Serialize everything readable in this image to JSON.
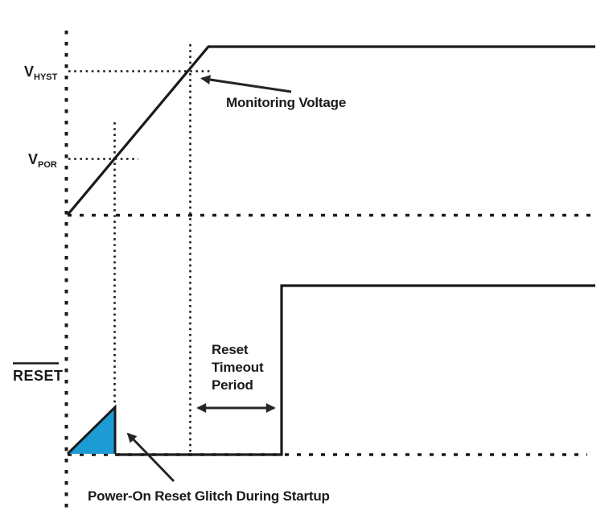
{
  "figure": {
    "background": "#ffffff",
    "line_color": "#1a1a1a",
    "glitch_fill": "#1d9bd5"
  },
  "labels": {
    "v_hyst": {
      "main": "V",
      "sub": "HYST"
    },
    "v_por": {
      "main": "V",
      "sub": "POR"
    },
    "reset": "RESET",
    "monitoring_voltage": "Monitoring Voltage",
    "reset_timeout": {
      "line1": "Reset",
      "line2": "Timeout",
      "line3": "Period"
    },
    "glitch": "Power-On Reset Glitch During Startup"
  }
}
